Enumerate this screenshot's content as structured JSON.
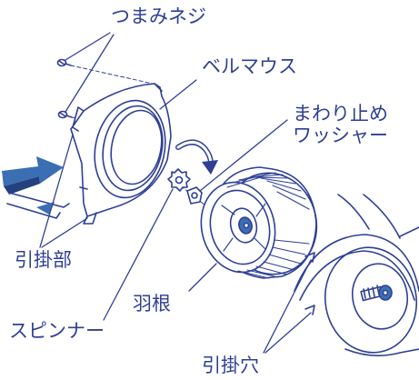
{
  "labels": {
    "knob_screw": "つまみネジ",
    "bell_mouth": "ベルマウス",
    "lock_washer_line1": "まわり止め",
    "lock_washer_line2": "ワッシャー",
    "hook_part": "引掛部",
    "blade": "羽根",
    "spinner": "スピンナー",
    "hook_hole": "引掛穴"
  },
  "colors": {
    "ink": "#2e3f95",
    "arrow": "#3a6fb3",
    "arrow_dark": "#24407f"
  }
}
